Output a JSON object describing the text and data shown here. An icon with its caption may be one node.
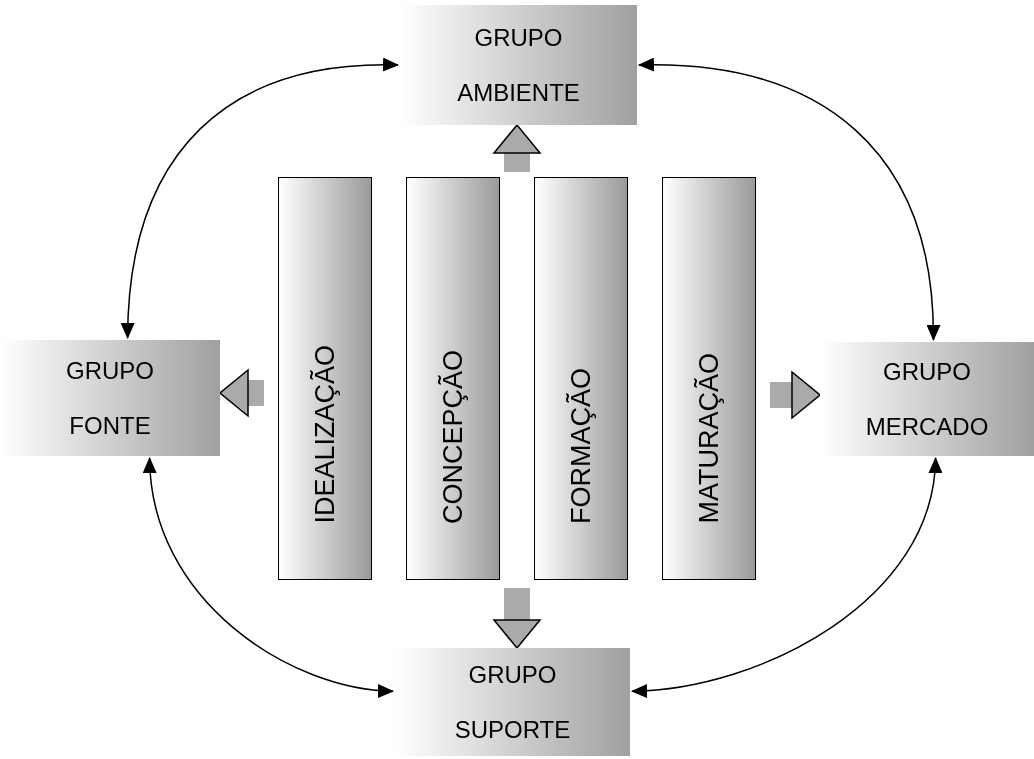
{
  "diagram": {
    "nodes": [
      {
        "text": [
          "GRUPO AMBIENTE"
        ]
      },
      {
        "text": [
          "GRUPO FONTE"
        ]
      },
      {
        "text": [
          "IDEALIZAÇÃO"
        ]
      },
      {
        "text": [
          "CONCEPÇÃO"
        ]
      },
      {
        "text": [
          "FORMAÇÃO"
        ]
      },
      {
        "text": [
          "MATURAÇÃO"
        ]
      },
      {
        "text": [
          "GRUPO MERCADO"
        ]
      },
      {
        "text": [
          "GRUPO SUPORTE"
        ]
      }
    ],
    "edges": [
      {
        "from": 0,
        "to": 1,
        "arrow": "both"
      },
      {
        "from": 0,
        "to": 6,
        "arrow": "both"
      },
      {
        "from": 1,
        "to": 7,
        "arrow": "both"
      },
      {
        "from": 6,
        "to": 7,
        "arrow": "both"
      },
      {
        "from": null,
        "to": 0,
        "arrow": "to",
        "style": "thick",
        "color": "#aaaaaa"
      },
      {
        "from": null,
        "to": 1,
        "arrow": "to",
        "style": "thick",
        "color": "#aaaaaa"
      },
      {
        "from": null,
        "to": 6,
        "arrow": "to",
        "style": "thick",
        "color": "#aaaaaa"
      },
      {
        "from": null,
        "to": 7,
        "arrow": "to",
        "style": "thick",
        "color": "#aaaaaa"
      }
    ]
  }
}
